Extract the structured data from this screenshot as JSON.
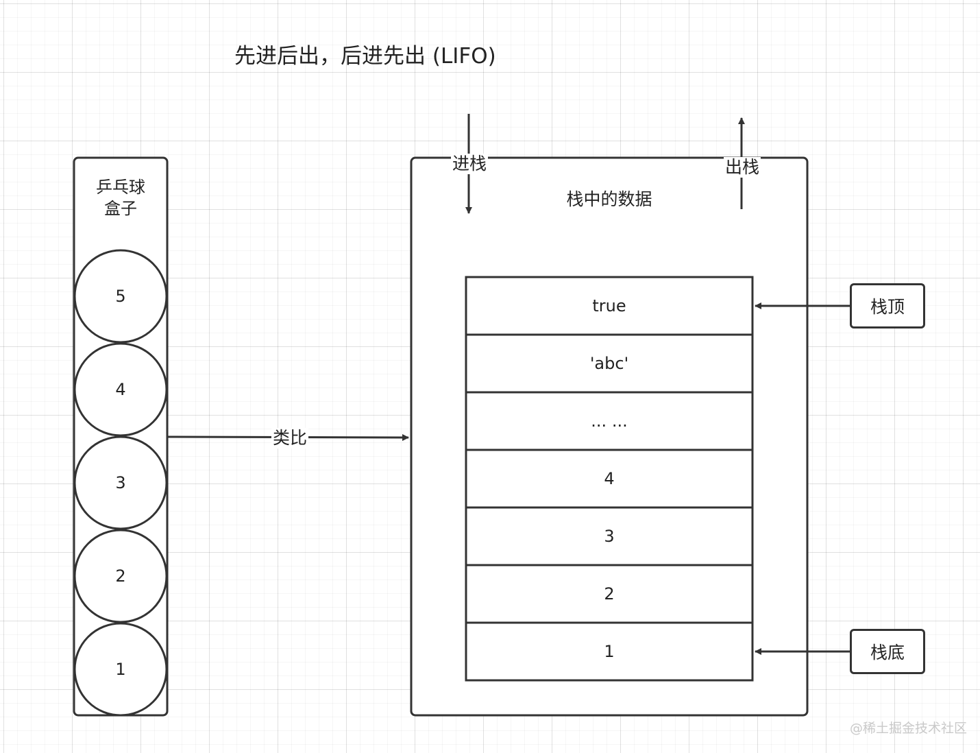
{
  "title": "先进后出，后进先出 (LIFO)",
  "pingpong_box": {
    "title": "乒乓球\n盒子",
    "balls": [
      "5",
      "4",
      "3",
      "2",
      "1"
    ]
  },
  "analogy_label": "类比",
  "stack": {
    "title": "栈中的数据",
    "push_label": "进栈",
    "pop_label": "出栈",
    "cells": [
      "true",
      "'abc'",
      "... ...",
      "4",
      "3",
      "2",
      "1"
    ],
    "top_label": "栈顶",
    "bottom_label": "栈底"
  },
  "watermark": "@稀土掘金技术社区",
  "colors": {
    "stroke": "#333333",
    "text": "#222222",
    "background": "#ffffff"
  }
}
